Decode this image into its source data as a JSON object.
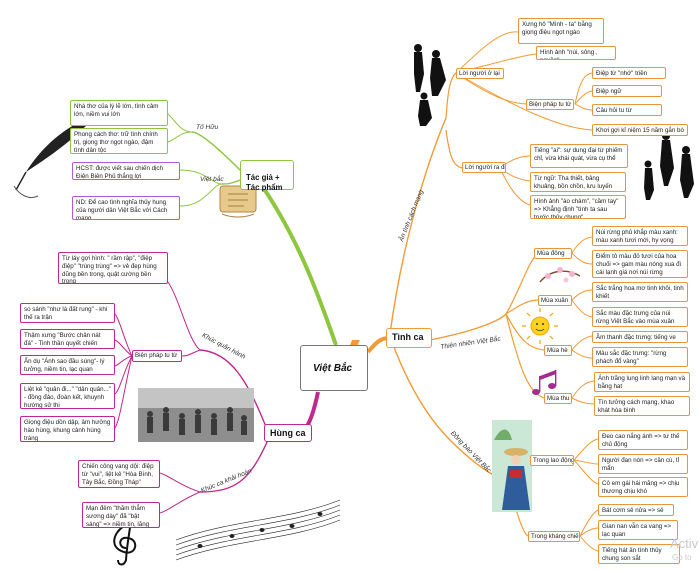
{
  "center": "Việt Bắc",
  "branches": {
    "tac_gia": {
      "title": "Tác giả +\nTác phẩm",
      "to_huu": "Tố Hữu",
      "viet_bac": "Việt bắc",
      "to_huu_items": [
        "Nhà thơ của lý lẽ lớn, tình cảm lớn, niềm vui lớn",
        "Phong cách thơ: trữ tình chính trị, giọng thơ ngọt ngào, đậm tình dân tộc"
      ],
      "viet_bac_items": [
        "HCST: được viết sau chiến dịch Điện Biên Phủ thắng lợi",
        "ND: Để cao tình nghĩa thủy hung của người dân Việt Bắc với Cách mạng"
      ]
    },
    "hung_ca": {
      "title": "Hùng ca",
      "khuc_quan_hanh": "Khúc quân hành",
      "bien_phap": "Biện pháp tu từ",
      "tu_lay": "Từ láy gợi hình: \" rầm rập\", \"điệp điệp\" \"trùng trùng\" => vẻ đẹp hùng dũng bền trong, quật cường bền trong",
      "bien_phap_items": [
        "so sánh \"như là đất rung\" - khí thế ra trận",
        "Thậm xưng \"Bước chân nát đá\" - Tinh thần quyết chiến",
        "Ẩn dụ \"Ánh sao đầu súng\"- lý tưởng, niềm tin, lạc quan",
        "Liệt kê \"quân đi...\" \"dân quân...\" - đồng đảo, đoàn kết, khuynh hướng sử thi",
        "Giọng điệu dồn dập, âm hưởng hào hùng, khung cảnh hùng tráng"
      ],
      "khuc_khai_hoan": "Khúc ca khải hoàn",
      "khai_hoan_items": [
        "Chiến công vang dội: điệp từ \"vui\", liệt kê \"Hòa Bình, Tây Bắc, Đồng Tháp\"",
        "Mạn đêm \"thăm thẳm sương dày\" đã \"bật sáng\" => niềm tin, lăng mạn"
      ]
    },
    "tinh_ca": {
      "title": "Tình ca",
      "an_tinh": "Ân tình cách mạng",
      "loi_nguoi_o_lai": "Lời người ở lại",
      "o_lai_items": [
        "Xưng hô \"Mình - ta\" bằng giọng điệu ngọt ngào",
        "Hình ảnh \"núi, sông , nguồn\""
      ],
      "bien_phap": "Biện pháp tu từ",
      "bien_phap_items": [
        "Điệp từ \"nhớ\" triền miên",
        "Điệp ngữ",
        "Câu hỏi tu từ"
      ],
      "khoi_goi": "Khơi gợi kỉ niệm 15 năm gắn bó",
      "loi_nguoi_ra_di": "Lời người ra đi",
      "ra_di_items": [
        "Tiếng \"ai\": sự dung đại từ phiếm chỉ, vừa khái quát, vừa cụ thể",
        "Từ ngữ: Tha thiết, bâng khuâng, bồn chồn, lưu luyến",
        "Hình ảnh \"áo chàm\", \"cầm tay\" => Khẳng định \"tình ta sau trước thủy chung\""
      ],
      "thien_nhien": "Thiên nhiên Việt Bắc",
      "mua_dong": "Mùa đông",
      "mua_dong_items": [
        "Núi rừng phủ khắp màu xanh: màu xanh tươi mới, hy vọng",
        "Điểm tô màu đỏ tươi của hoa chuối => gam màu nóng xua đi cái lạnh giá nơi núi rừng"
      ],
      "mua_xuan": "Mùa xuân",
      "mua_xuan_items": [
        "Sắc trắng hoa mơ tinh khôi, tinh khiết",
        "Sắc màu đặc trưng của núi rừng Việt Bắc vào mùa xuân"
      ],
      "mua_he": "Mùa hè",
      "mua_he_items": [
        "Âm thanh đặc trưng: tiếng ve",
        "Màu sắc đặc trưng: \"rừng phách đổ vàng\""
      ],
      "mua_thu": "Mùa thu",
      "mua_thu_items": [
        "Ánh trăng lung linh lang mạn và bằng hat",
        "Tín tưởng cách mạng, khao khát hòa bình"
      ],
      "dong_bao": "Đồng bào Việt Bắc",
      "trong_lao_dong": "Trong lao động",
      "lao_dong_items": [
        "Đeo cao nắng ánh => tư thế chủ động",
        "Người đan nón => cần cù, tỉ mẩn",
        "Cô em gái hái măng => chịu thương chịu khó"
      ],
      "trong_khang_chien": "Trong kháng chiến",
      "khang_chien_items": [
        "Bát cơm sẻ nửa => sẻ chia",
        "Gian nan vẫn ca vang => lạc quan",
        "Tiếng hát ân tình thủy chung son sắt"
      ]
    }
  },
  "watermark": [
    "Activ",
    "Go to"
  ],
  "colors": {
    "orange": "#f29a37",
    "magenta": "#c0278f",
    "green": "#8dc63f",
    "purple": "#b55ad6"
  },
  "icons": [
    "quill-pen-icon",
    "scroll-icon",
    "lightning-icon",
    "dancer-silhouette-icon",
    "people-silhouette-icon",
    "cherry-blossom-icon",
    "sun-icon",
    "music-note-icon",
    "soldiers-photo-icon",
    "woman-illustration-icon",
    "music-sheet-icon",
    "treble-clef-icon"
  ]
}
